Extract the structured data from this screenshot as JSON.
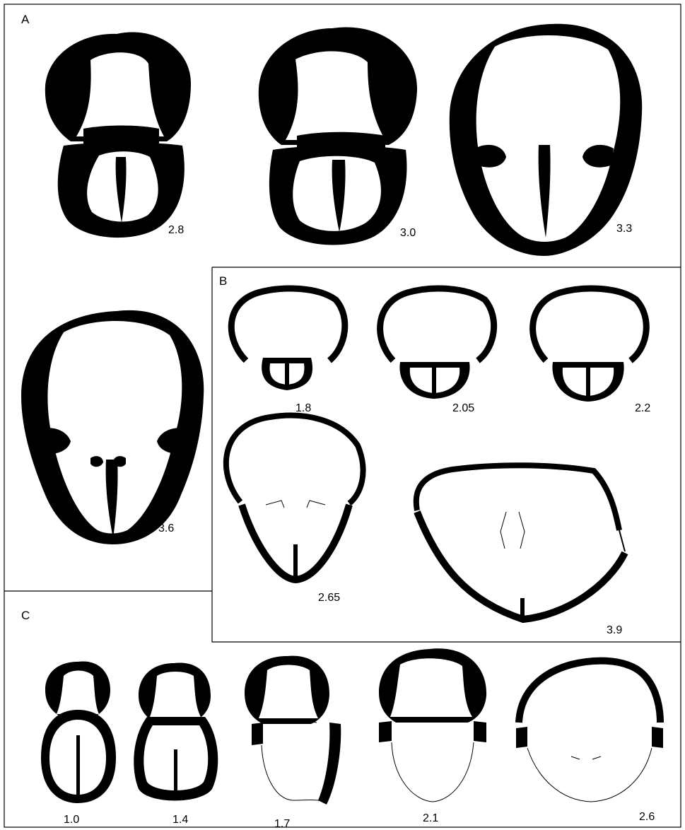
{
  "panels": {
    "a": {
      "letter": "A",
      "labels": [
        "2.8",
        "3.0",
        "3.3",
        "3.6"
      ]
    },
    "b": {
      "letter": "B",
      "labels": [
        "1.8",
        "2.05",
        "2.2",
        "2.65",
        "3.9"
      ]
    },
    "c": {
      "letter": "C",
      "labels": [
        "1.0",
        "1.4",
        "1.7",
        "2.1",
        "2.6"
      ]
    }
  }
}
